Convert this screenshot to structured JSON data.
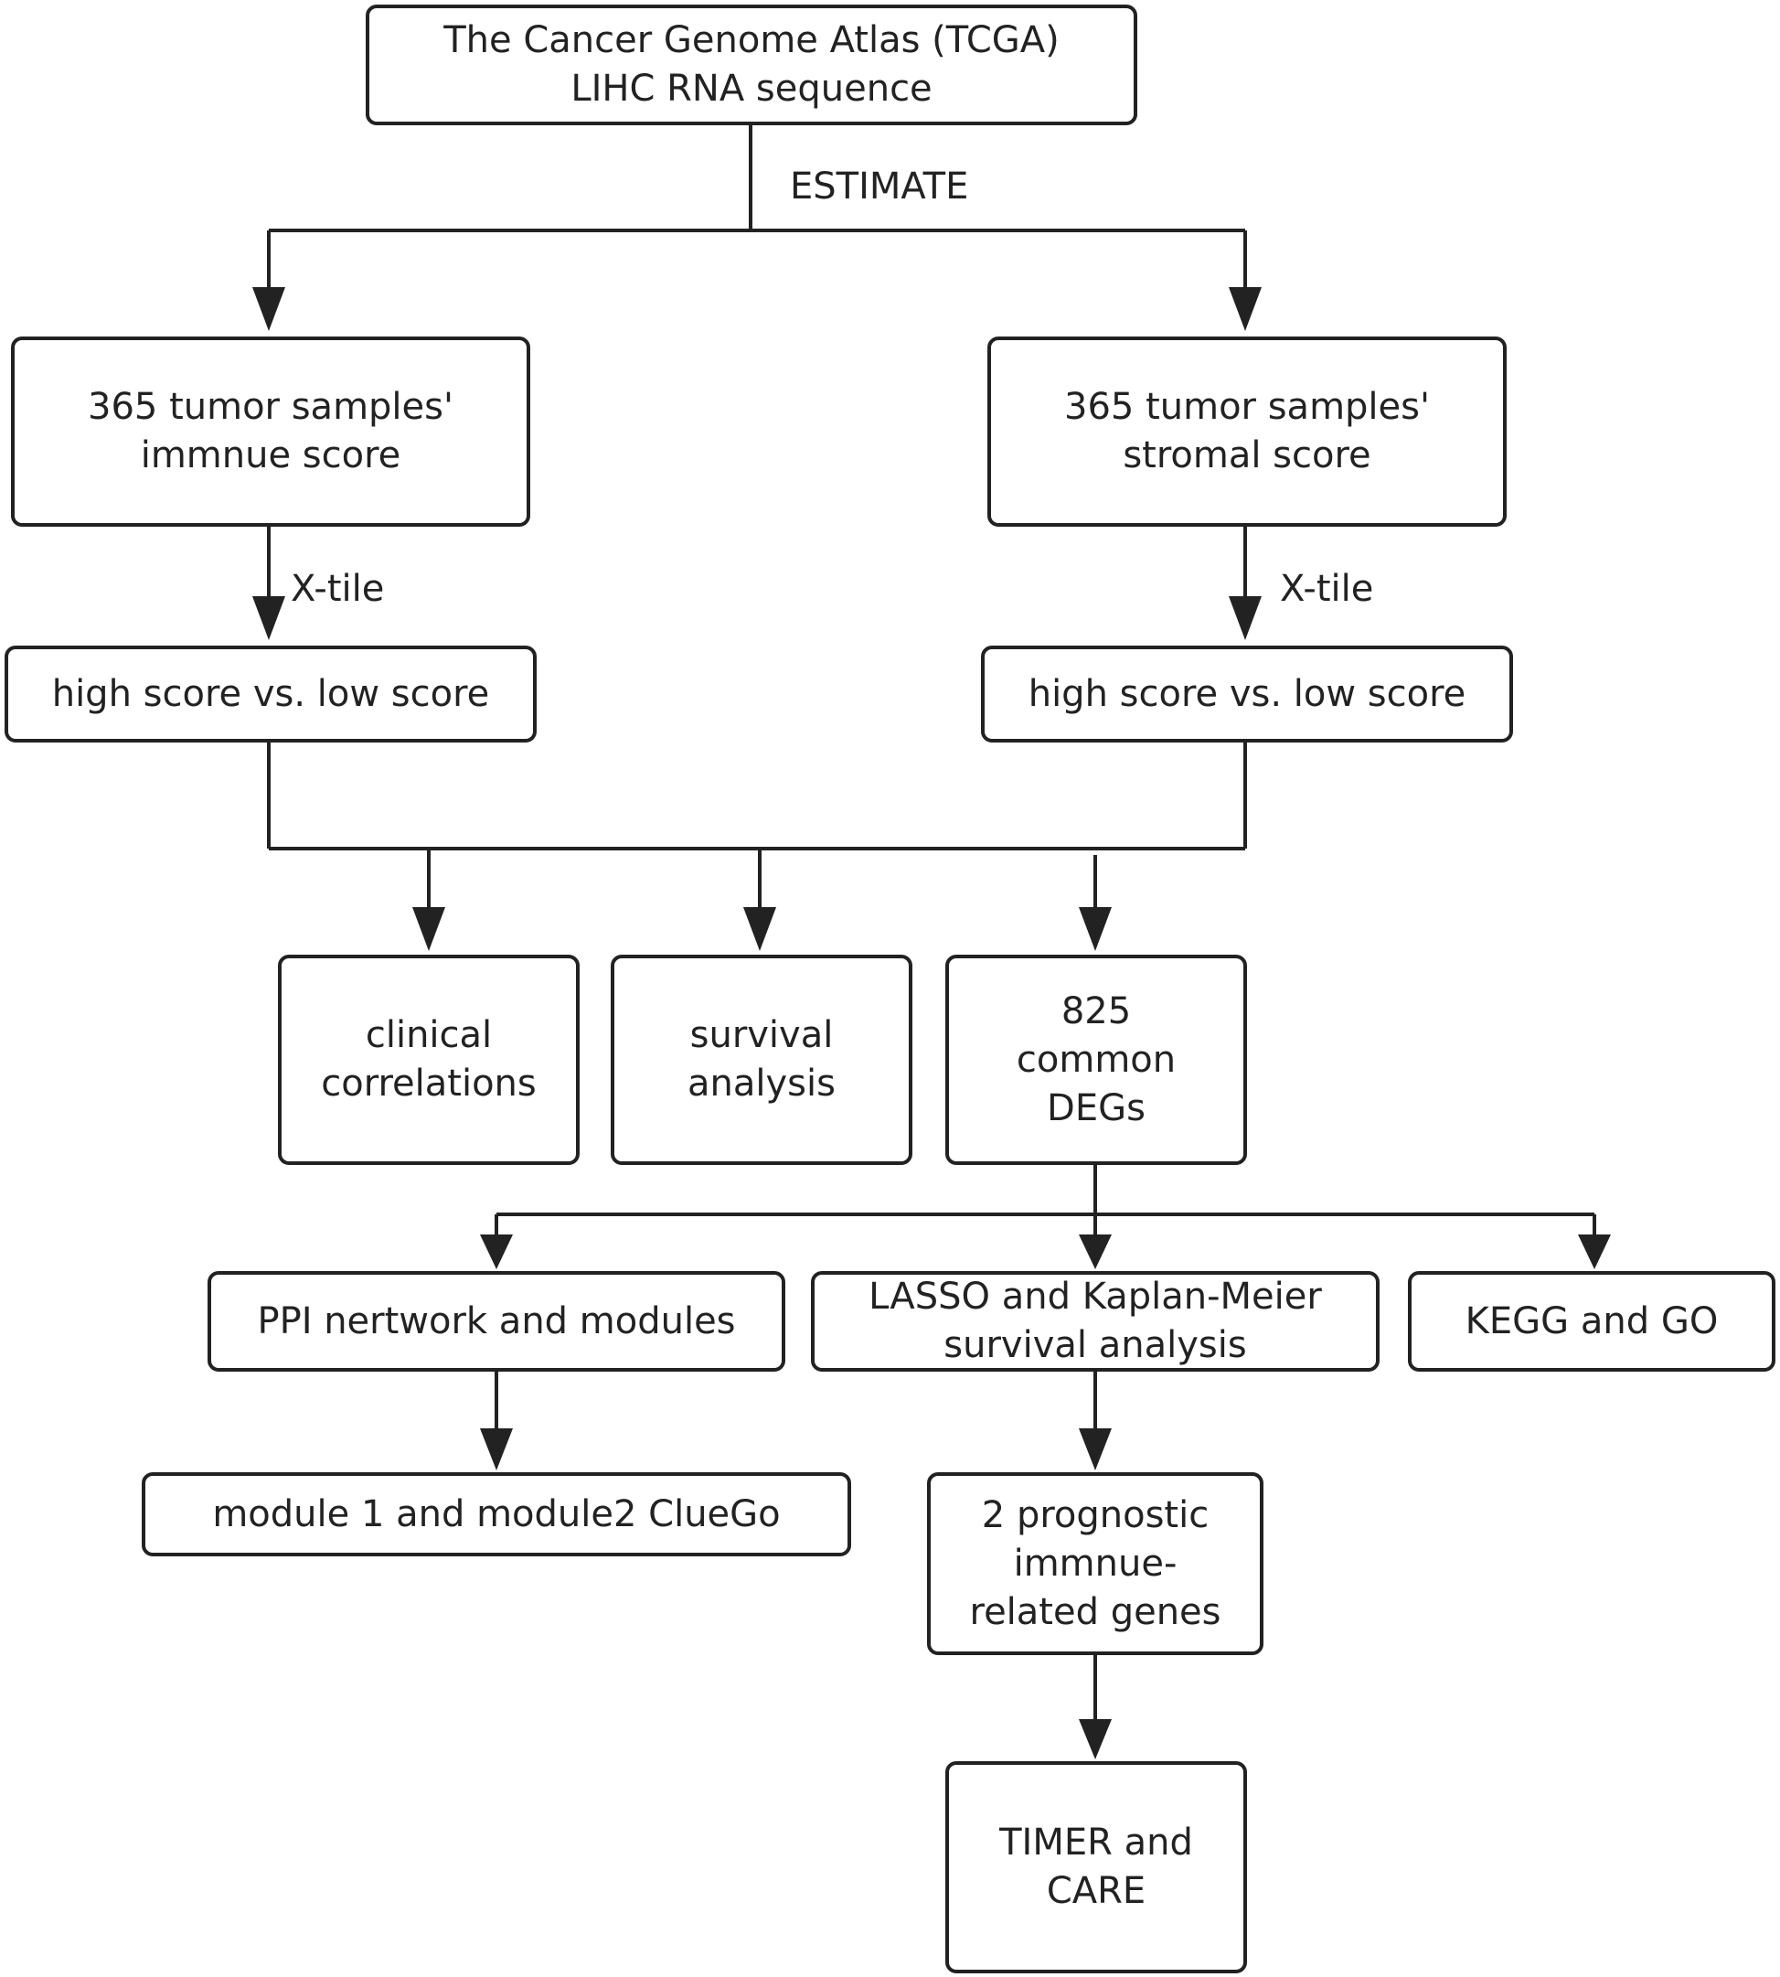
{
  "nodes": {
    "tcga": "The Cancer Genome Atlas (TCGA)\nLIHC RNA sequence",
    "immune_score": "365 tumor samples'\nimmnue score",
    "stromal_score": "365 tumor samples'\nstromal score",
    "immune_high_low": "high score vs. low score",
    "stromal_high_low": "high score vs. low score",
    "clinical": "clinical\ncorrelations",
    "survival": "survival\nanalysis",
    "degs": "825\ncommon\nDEGs",
    "ppi": "PPI nertwork and modules",
    "lasso": "LASSO and Kaplan-Meier\nsurvival analysis",
    "kegg": "KEGG and GO",
    "cluego": "module 1 and module2 ClueGo",
    "prognostic": "2 prognostic\nimmnue-\nrelated genes",
    "timer": "TIMER and\nCARE"
  },
  "edge_labels": {
    "estimate": "ESTIMATE",
    "xtile_left": "X-tile",
    "xtile_right": "X-tile"
  },
  "colors": {
    "line": "#222222",
    "text": "#222222",
    "background": "#ffffff"
  }
}
